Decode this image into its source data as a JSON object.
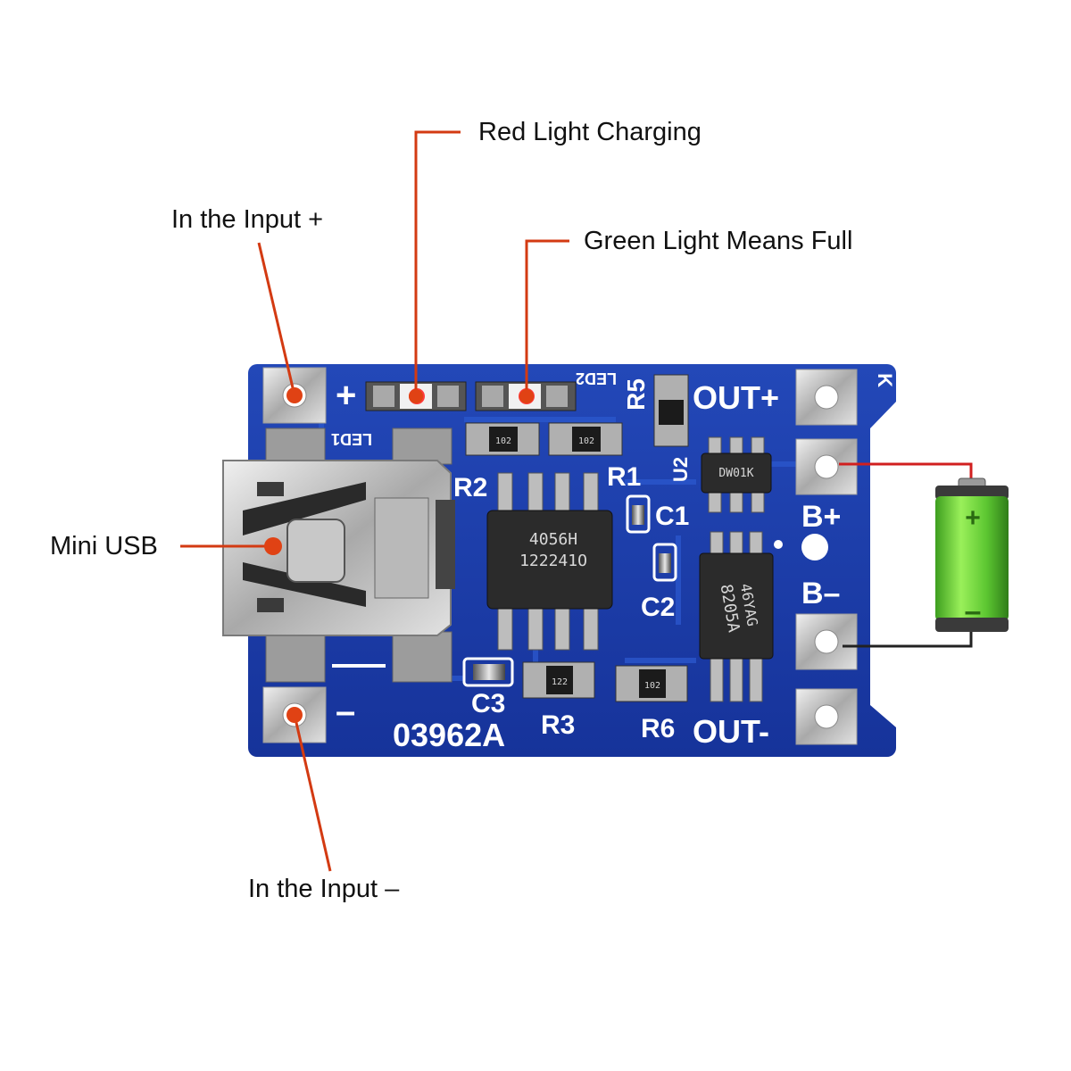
{
  "callouts": {
    "red_light": "Red Light Charging",
    "green_light": "Green Light Means Full",
    "input_plus": "In the Input +",
    "input_minus": "In the Input –",
    "mini_usb": "Mini USB"
  },
  "board": {
    "silkscreen": {
      "plus": "+",
      "minus": "–",
      "led1": "LED1",
      "led2": "LED2",
      "r1": "R1",
      "r2": "R2",
      "r3": "R3",
      "r5": "R5",
      "r6": "R6",
      "c1": "C1",
      "c2": "C2",
      "c3": "C3",
      "u2": "U2",
      "out_plus": "OUT+",
      "out_minus": "OUT-",
      "b_plus": "B+",
      "b_minus": "B–",
      "k": "K",
      "board_id": "03962A"
    },
    "components": {
      "res_102_a": "102",
      "res_102_b": "102",
      "res_122": "122",
      "res_102_c": "102",
      "chip_main_line1": "4056H",
      "chip_main_line2": "122241O",
      "chip_dw": "DW01K",
      "chip_8205_line1": "46YAG",
      "chip_8205_line2": "8205A"
    }
  },
  "battery": {
    "plus": "+",
    "minus": "–"
  },
  "colors": {
    "callout_line": "#d33a12",
    "board_blue": "#1f3fa6",
    "pad_silver": "#c9c9c9",
    "battery_green": "#6fd13a",
    "led_red": "#ff5a5a",
    "led_green": "#5cff9a"
  }
}
